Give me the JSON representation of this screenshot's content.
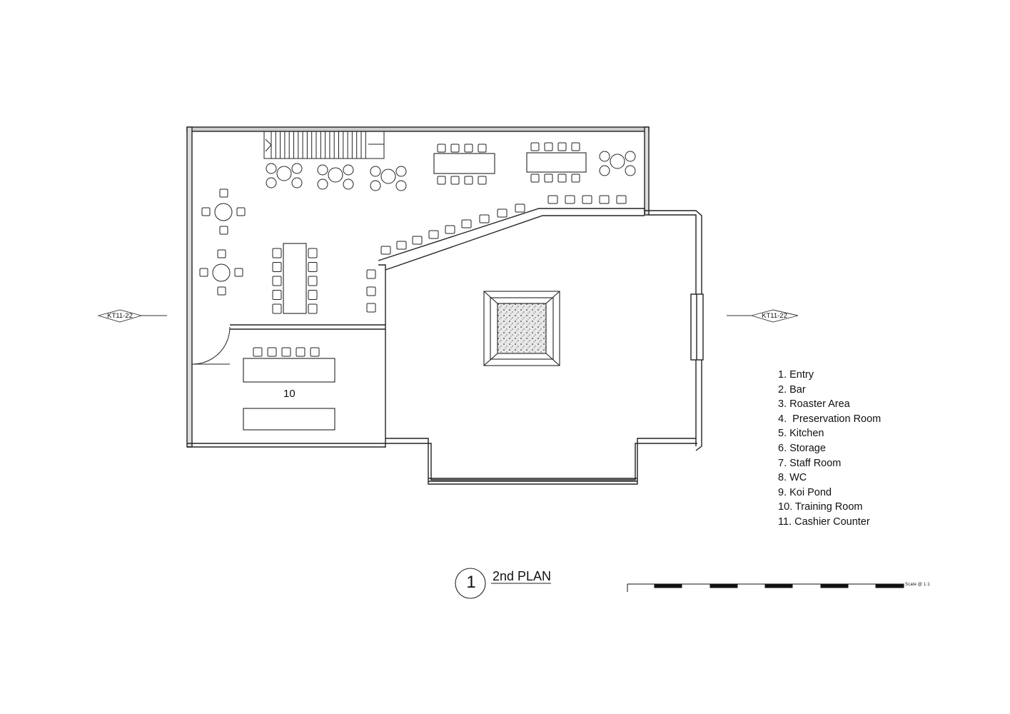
{
  "drawing": {
    "title": "2nd PLAN",
    "plan_number": "1",
    "scale_label": "Scale @ 1:1",
    "room_label": "10",
    "section_marker_left": "KT11-22",
    "section_marker_right": "KT11-22"
  },
  "legend": [
    "1. Entry",
    "2. Bar",
    "3. Roaster Area",
    "4.  Preservation Room",
    "5. Kitchen",
    "6. Storage",
    "7. Staff Room",
    "8. WC",
    "9. Koi Pond",
    "10. Training Room",
    "11. Cashier Counter"
  ]
}
